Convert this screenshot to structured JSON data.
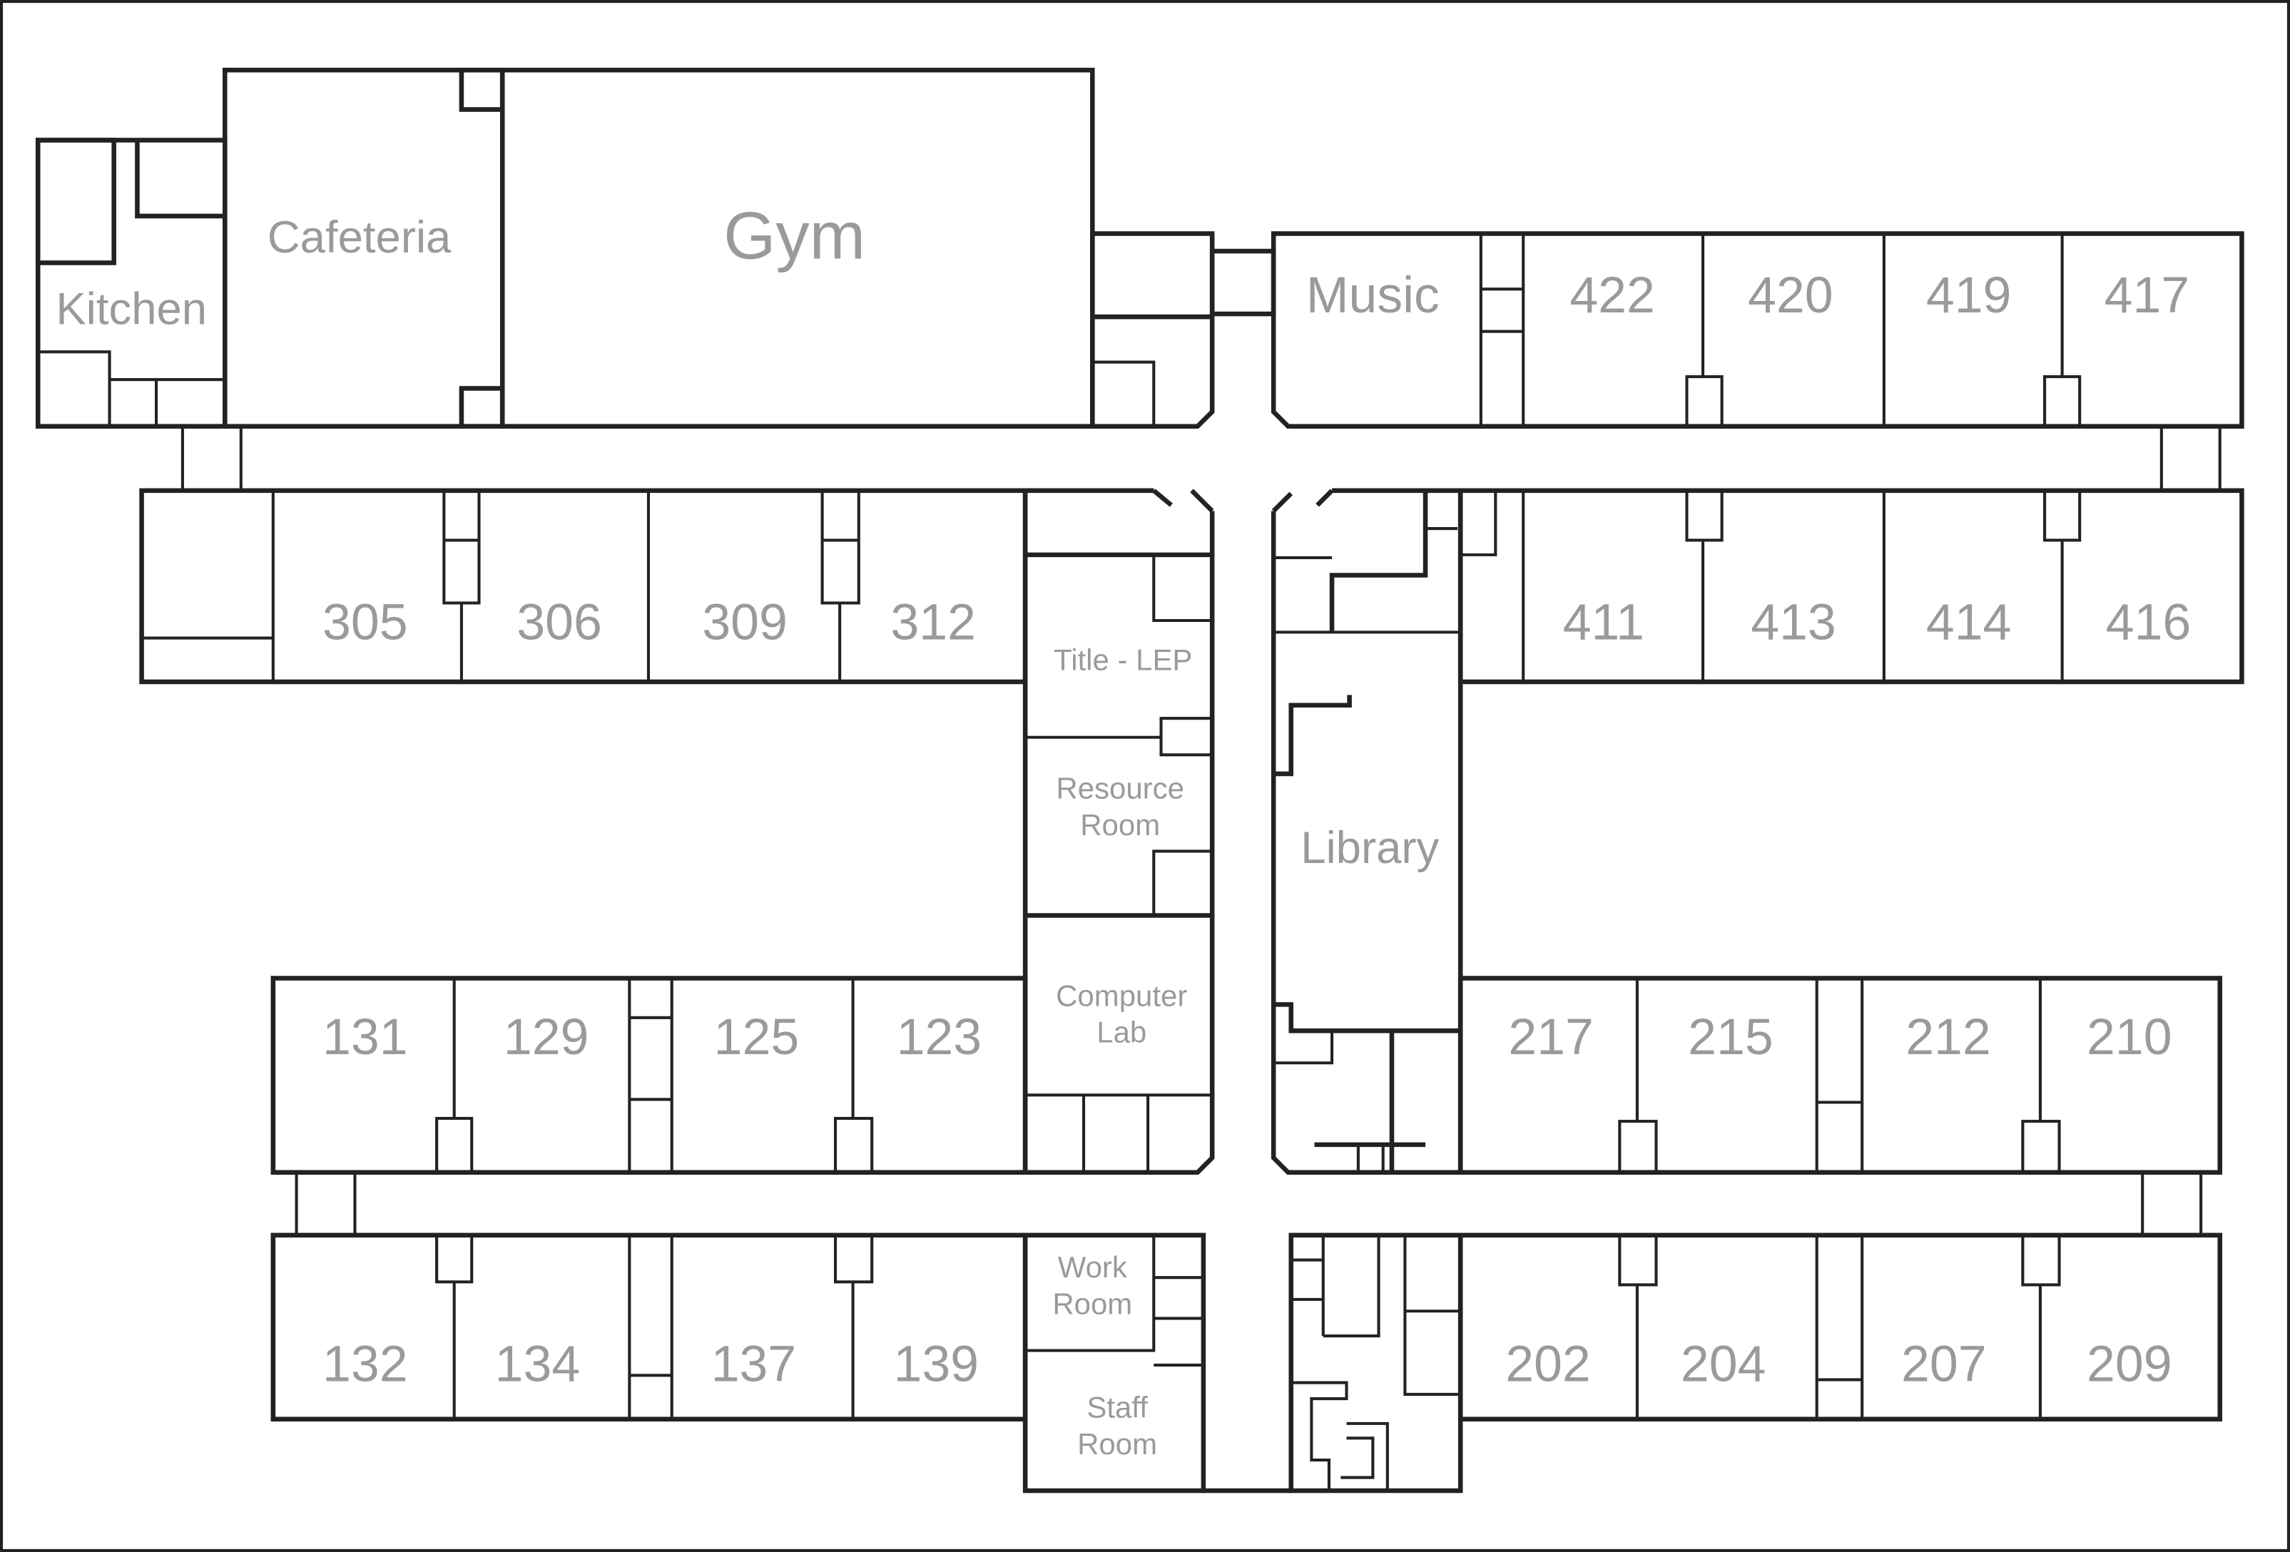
{
  "floor_plan": {
    "rooms": {
      "kitchen": "Kitchen",
      "cafeteria": "Cafeteria",
      "gym": "Gym",
      "music": "Music",
      "r422": "422",
      "r420": "420",
      "r419": "419",
      "r417": "417",
      "r305": "305",
      "r306": "306",
      "r309": "309",
      "r312": "312",
      "title_lep": "Title - LEP",
      "resource_1": "Resource",
      "resource_2": "Room",
      "library": "Library",
      "r411": "411",
      "r413": "413",
      "r414": "414",
      "r416": "416",
      "r131": "131",
      "r129": "129",
      "r125": "125",
      "r123": "123",
      "computer_1": "Computer",
      "computer_2": "Lab",
      "r217": "217",
      "r215": "215",
      "r212": "212",
      "r210": "210",
      "r132": "132",
      "r134": "134",
      "r137": "137",
      "r139": "139",
      "work_1": "Work",
      "work_2": "Room",
      "staff_1": "Staff",
      "staff_2": "Room",
      "r202": "202",
      "r204": "204",
      "r207": "207",
      "r209": "209"
    }
  }
}
